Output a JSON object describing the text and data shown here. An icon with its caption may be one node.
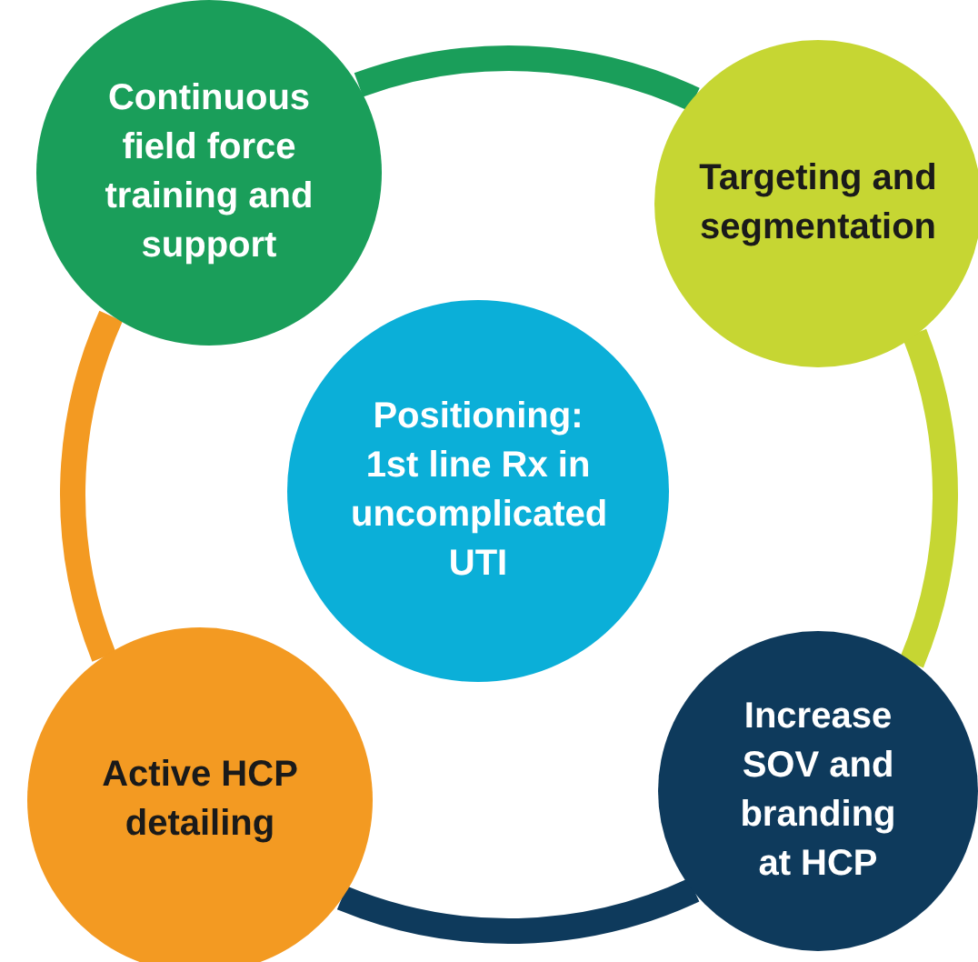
{
  "diagram": {
    "nodes": [
      {
        "text": [
          "Continuous field force training and support"
        ]
      },
      {
        "text": [
          "Targeting and segmentation"
        ]
      },
      {
        "text": [
          "Positioning: 1st line Rx in uncomplicated UTI"
        ]
      },
      {
        "text": [
          "Active HCP detailing"
        ]
      },
      {
        "text": [
          "Increase SOV and branding at HCP"
        ]
      }
    ],
    "edges": [
      {
        "from": 0,
        "to": 1,
        "arrow": "none",
        "color": "#1a9e5a"
      },
      {
        "from": 1,
        "to": 4,
        "arrow": "none",
        "color": "#c6d633"
      },
      {
        "from": 4,
        "to": 3,
        "arrow": "none",
        "color": "#0e3a5c"
      },
      {
        "from": 3,
        "to": 0,
        "arrow": "none",
        "color": "#f39a22"
      }
    ]
  }
}
